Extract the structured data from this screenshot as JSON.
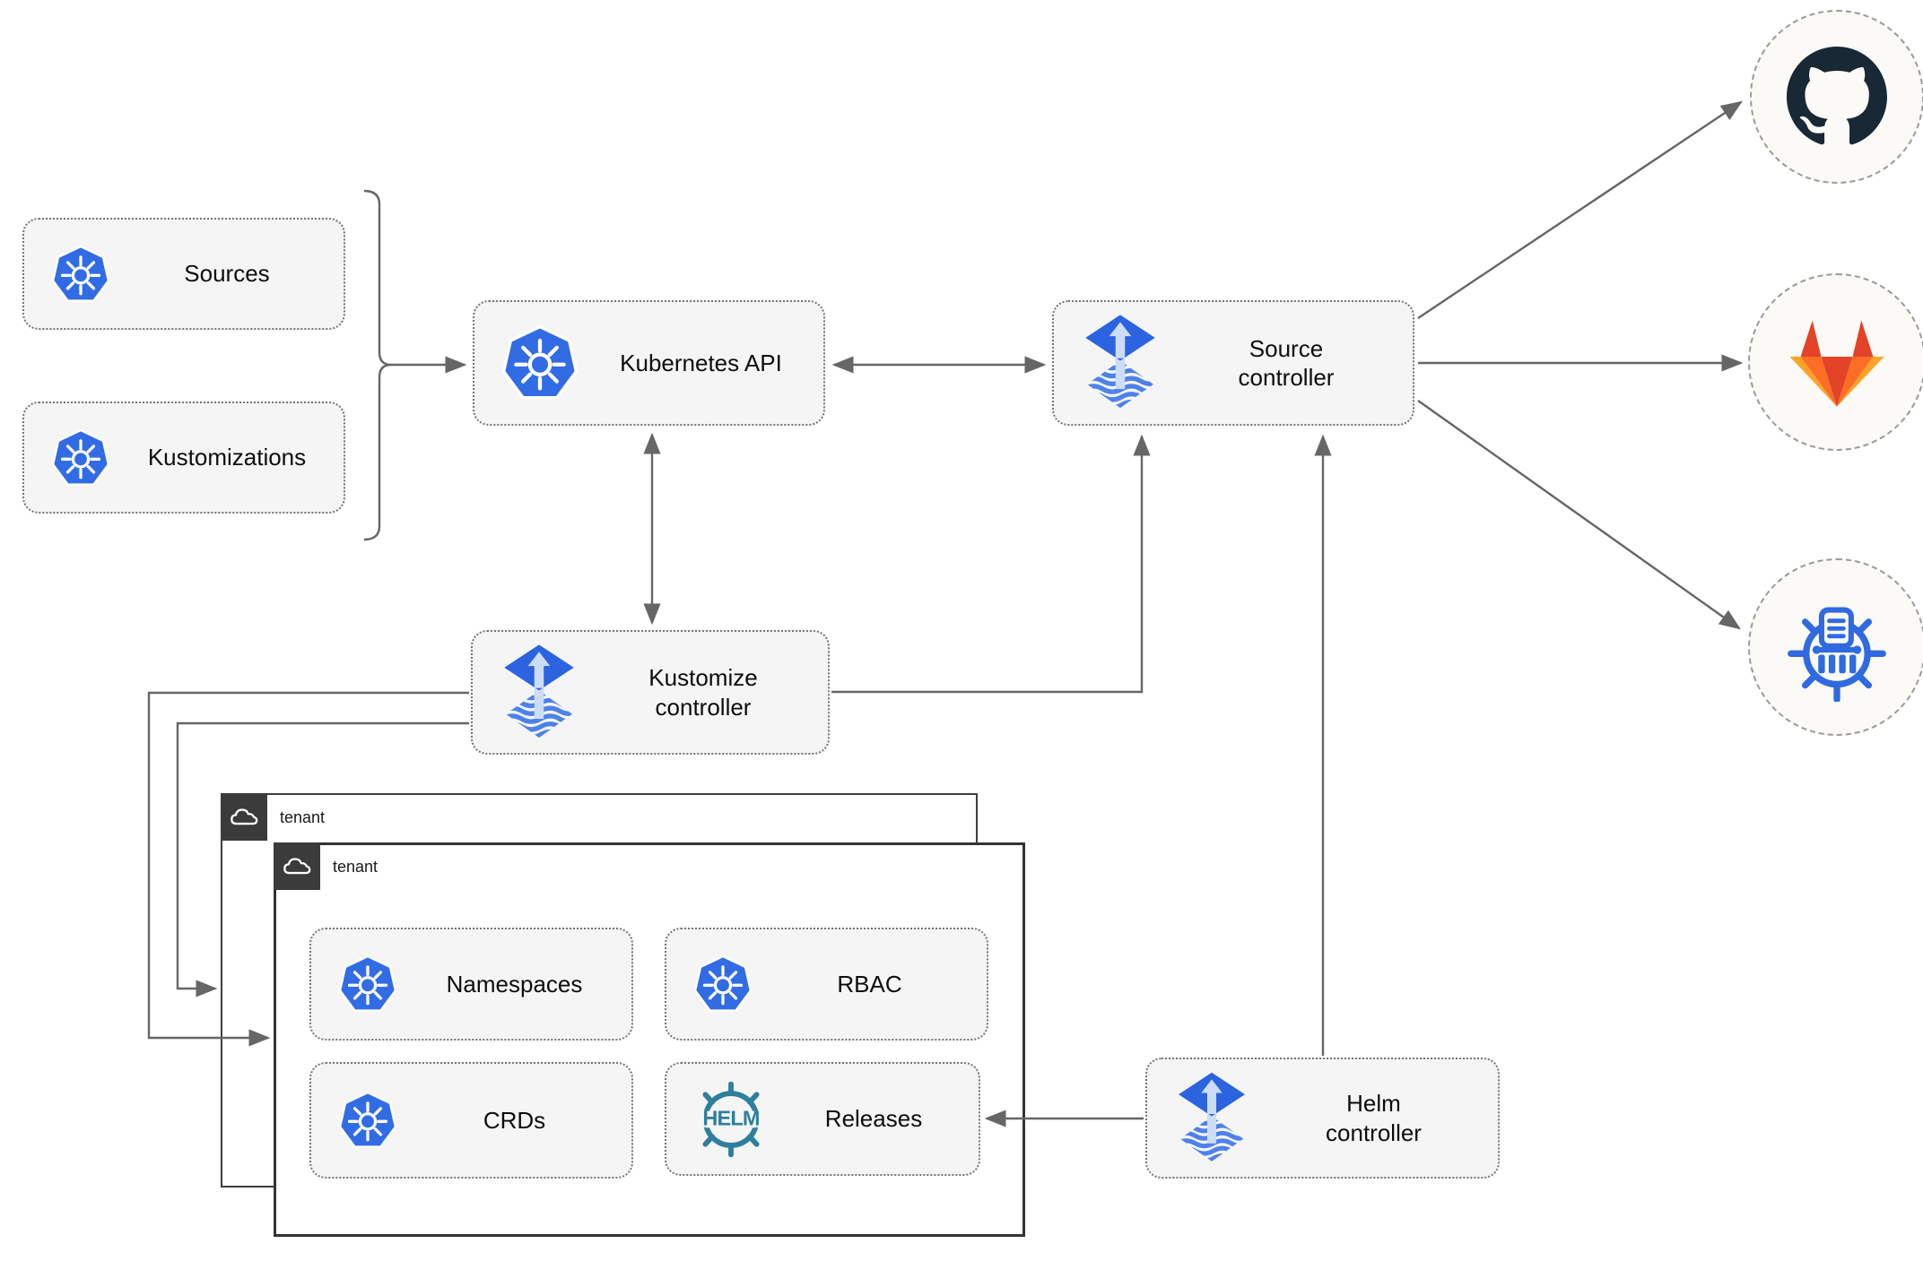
{
  "nodes": {
    "sources": {
      "label": "Sources"
    },
    "kustomizations": {
      "label": "Kustomizations"
    },
    "kubernetes_api": {
      "label": "Kubernetes API"
    },
    "source_controller": {
      "label": "Source controller"
    },
    "kustomize_controller": {
      "label": "Kustomize controller"
    },
    "helm_controller": {
      "label": "Helm controller"
    },
    "namespaces": {
      "label": "Namespaces"
    },
    "rbac": {
      "label": "RBAC"
    },
    "crds": {
      "label": "CRDs"
    },
    "releases": {
      "label": "Releases"
    }
  },
  "tenants": {
    "outer": {
      "label": "tenant"
    },
    "inner": {
      "label": "tenant"
    }
  },
  "external_systems": [
    {
      "name": "github"
    },
    {
      "name": "gitlab"
    },
    {
      "name": "chartmuseum"
    }
  ],
  "helm_logo_text": "HELM",
  "colors": {
    "kubernetes_blue": "#326ce5",
    "flux_blue": "#2b63e0",
    "flux_light": "#cddcf7",
    "flux_wave": "#4d82ea",
    "helm_teal": "#2d7f9d",
    "github_dark": "#182834",
    "gitlab_red_orange": "#e24329",
    "gitlab_orange": "#fc6d26",
    "gitlab_amber": "#fca326",
    "chartmuseum_blue": "#2f6ae1",
    "connector_gray": "#666666",
    "node_fill": "#f5f5f5",
    "tenant_label_bg": "#3b3b3b"
  }
}
